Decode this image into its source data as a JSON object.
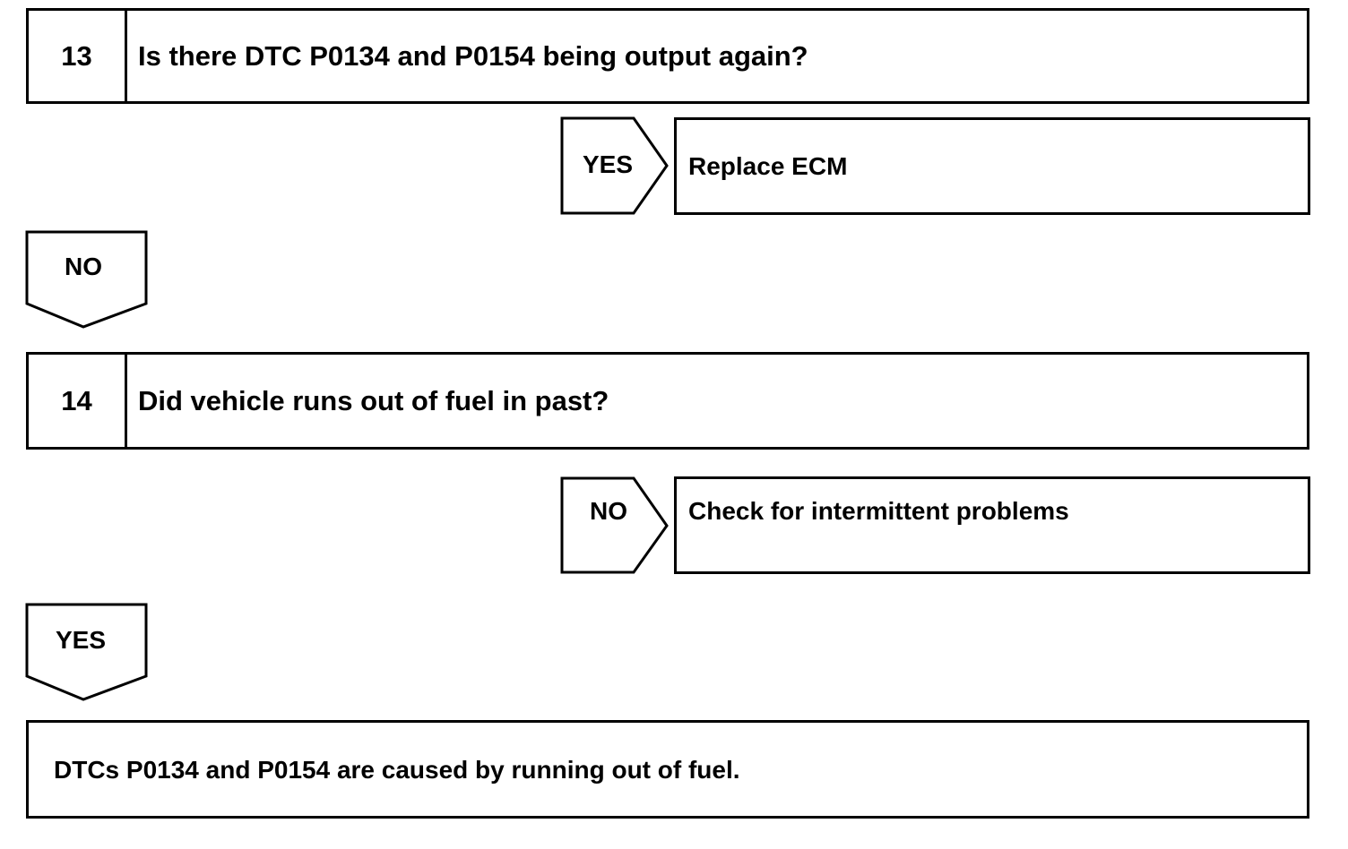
{
  "step13": {
    "number": "13",
    "question": "Is there DTC P0134 and P0154 being output again?",
    "yes_label": "YES",
    "yes_result": "Replace ECM",
    "no_label": "NO"
  },
  "step14": {
    "number": "14",
    "question": "Did vehicle runs out of fuel in past?",
    "no_label": "NO",
    "no_result": "Check for intermittent problems",
    "yes_label": "YES"
  },
  "conclusion": {
    "text": "DTCs P0134 and P0154 are caused by running out of fuel."
  },
  "colors": {
    "line": "#000000",
    "background": "#ffffff"
  }
}
